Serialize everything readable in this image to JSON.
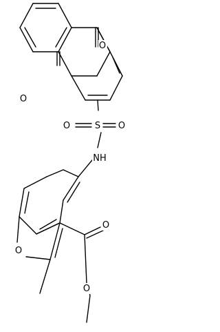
{
  "atoms": {
    "o_top": "O",
    "o_left": "O",
    "s_sulfonyl": "S",
    "o_sulfonyl_left": "O",
    "o_sulfonyl_right": "O",
    "nh": "NH",
    "o_furan": "O",
    "o_ester_carbonyl": "O",
    "o_ester": "O"
  }
}
